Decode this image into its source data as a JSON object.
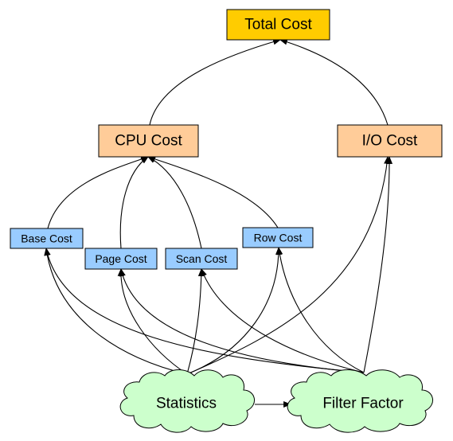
{
  "colors": {
    "total": "#FFCC00",
    "cpu_io": "#FFCC99",
    "leaf": "#99CCFF",
    "source": "#CCFFCC",
    "stroke": "#000000"
  },
  "nodes": {
    "total_cost": "Total Cost",
    "cpu_cost": "CPU Cost",
    "io_cost": "I/O Cost",
    "base_cost": "Base Cost",
    "page_cost": "Page Cost",
    "scan_cost": "Scan Cost",
    "row_cost": "Row Cost",
    "statistics": "Statistics",
    "filter_factor": "Filter Factor"
  }
}
